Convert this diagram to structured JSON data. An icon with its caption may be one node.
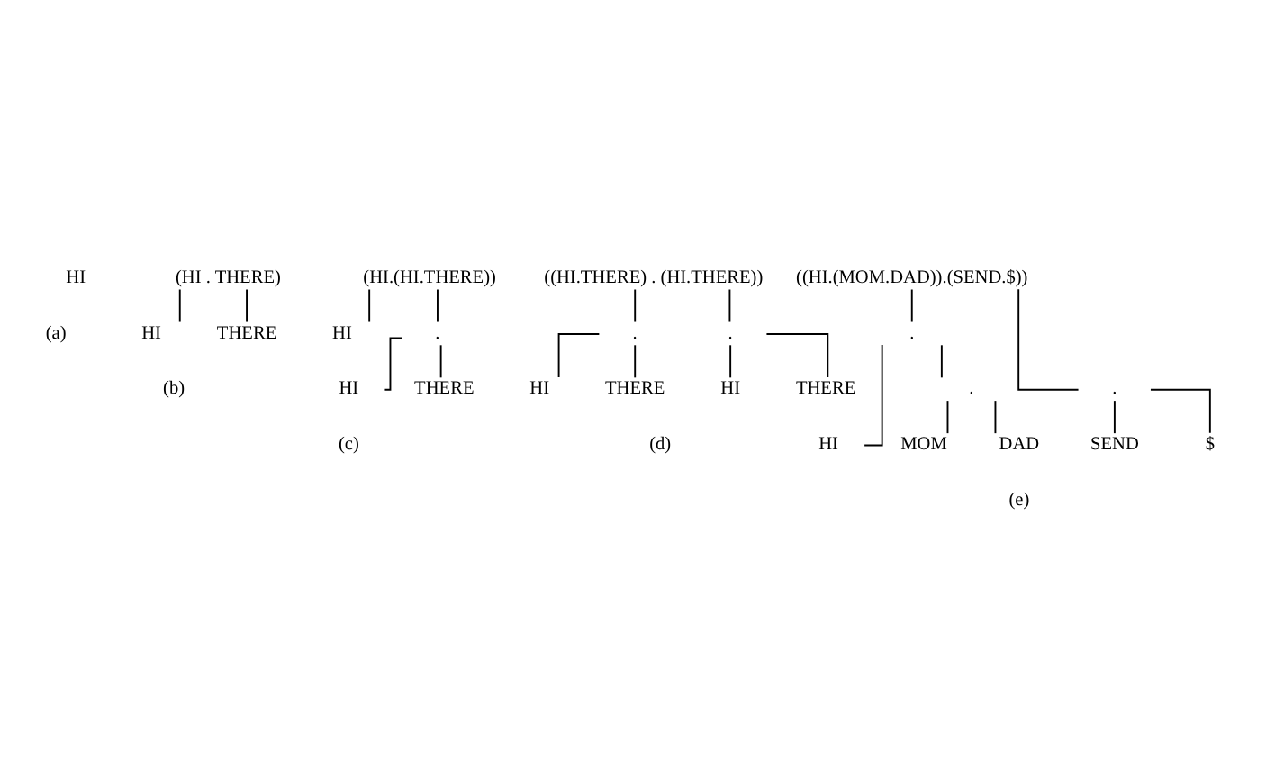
{
  "diagram": {
    "nodes": [
      {
        "text": [
          "HI"
        ]
      },
      {
        "text": [
          "(HI . THERE)"
        ]
      },
      {
        "text": [
          "HI"
        ]
      },
      {
        "text": [
          "THERE"
        ]
      },
      {
        "text": [
          "(HI.(HI.THERE))"
        ]
      },
      {
        "text": [
          "HI"
        ]
      },
      {
        "text": [
          "."
        ]
      },
      {
        "text": [
          "HI"
        ]
      },
      {
        "text": [
          "THERE"
        ]
      },
      {
        "text": [
          "((HI.THERE) . (HI.THERE))"
        ]
      },
      {
        "text": [
          "."
        ]
      },
      {
        "text": [
          "."
        ]
      },
      {
        "text": [
          "HI"
        ]
      },
      {
        "text": [
          "THERE"
        ]
      },
      {
        "text": [
          "HI"
        ]
      },
      {
        "text": [
          "THERE"
        ]
      },
      {
        "text": [
          "((HI.(MOM.DAD)).(SEND.$))"
        ]
      },
      {
        "text": [
          "."
        ]
      },
      {
        "text": [
          "."
        ]
      },
      {
        "text": [
          "HI"
        ]
      },
      {
        "text": [
          "."
        ]
      },
      {
        "text": [
          "SEND"
        ]
      },
      {
        "text": [
          "$"
        ]
      },
      {
        "text": [
          "MOM"
        ]
      },
      {
        "text": [
          "DAD"
        ]
      }
    ],
    "edges": [
      {
        "from": 1,
        "to": 2,
        "arrow": "none"
      },
      {
        "from": 1,
        "to": 3,
        "arrow": "none"
      },
      {
        "from": 4,
        "to": 5,
        "arrow": "none"
      },
      {
        "from": 4,
        "to": 6,
        "arrow": "none"
      },
      {
        "from": 6,
        "to": 7,
        "arrow": "none"
      },
      {
        "from": 6,
        "to": 8,
        "arrow": "none"
      },
      {
        "from": 9,
        "to": 10,
        "arrow": "none"
      },
      {
        "from": 9,
        "to": 11,
        "arrow": "none"
      },
      {
        "from": 10,
        "to": 12,
        "arrow": "none"
      },
      {
        "from": 10,
        "to": 13,
        "arrow": "none"
      },
      {
        "from": 11,
        "to": 14,
        "arrow": "none"
      },
      {
        "from": 11,
        "to": 15,
        "arrow": "none"
      },
      {
        "from": 16,
        "to": 17,
        "arrow": "none"
      },
      {
        "from": 16,
        "to": 18,
        "arrow": "none"
      },
      {
        "from": 17,
        "to": 19,
        "arrow": "none"
      },
      {
        "from": 17,
        "to": 20,
        "arrow": "none"
      },
      {
        "from": 18,
        "to": 21,
        "arrow": "none"
      },
      {
        "from": 18,
        "to": 22,
        "arrow": "none"
      },
      {
        "from": 20,
        "to": 23,
        "arrow": "none"
      },
      {
        "from": 20,
        "to": 24,
        "arrow": "none"
      }
    ],
    "labels": [
      "(a)",
      "(b)",
      "(c)",
      "(d)",
      "(e)"
    ]
  }
}
